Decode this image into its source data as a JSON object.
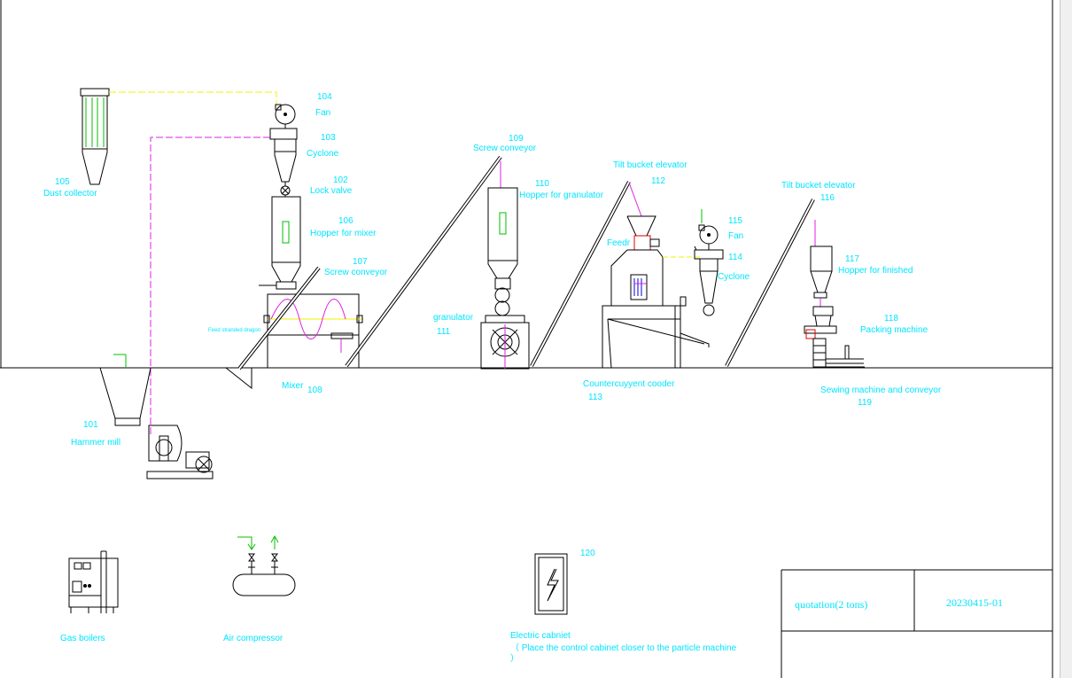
{
  "colors": {
    "label": "#00e5ff",
    "line": "#000000",
    "duct_magenta": "#e020e0",
    "duct_yellow": "#f0f000",
    "green": "#00c000",
    "red": "#e00000"
  },
  "labels": {
    "n104": "104",
    "fan104": "Fan",
    "n103": "103",
    "cyclone103": "Cyclone",
    "n102": "102",
    "lockvalve": "Lock valve",
    "n105": "105",
    "dustcollector": "Dust collector",
    "n106": "106",
    "hoppermixer": "Hopper for mixer",
    "n107": "107",
    "screw107": "Screw conveyor",
    "feedstranded": "Feed stranded dragon",
    "mixer108": "Mixer",
    "n108": "108",
    "n101": "101",
    "hammermill": "Hammer mill",
    "n109": "109",
    "screw109": "Screw conveyor",
    "n110": "110",
    "hoppergran": "Hopper for granulator",
    "granulator": "granulator",
    "n111": "111",
    "tilt112": "Tilt bucket elevator",
    "n112": "112",
    "feedr": "Feedr",
    "n115": "115",
    "fan115": "Fan",
    "n114": "114",
    "cyclone114": "Cyclone",
    "counter": "Countercuyyent cooder",
    "n113": "113",
    "tilt116": "Tilt bucket elevator",
    "n116": "116",
    "n117": "117",
    "hopperfinished": "Hopper for finished",
    "n118": "118",
    "packing": "Packing machine",
    "sewing": "Sewing machine and conveyor",
    "n119": "119",
    "gasboilers": "Gas boilers",
    "aircompressor": "Air compressor",
    "n120": "120",
    "electric": "Electric cabniet",
    "electric_note": "（ Place the control cabinet closer to the particle machine ）"
  },
  "title_block": {
    "quotation": "quotation(2 tons)",
    "drawing_no": "20230415-01"
  },
  "icons": [
    "lightning-icon",
    "fan-icon",
    "valve-icon"
  ]
}
